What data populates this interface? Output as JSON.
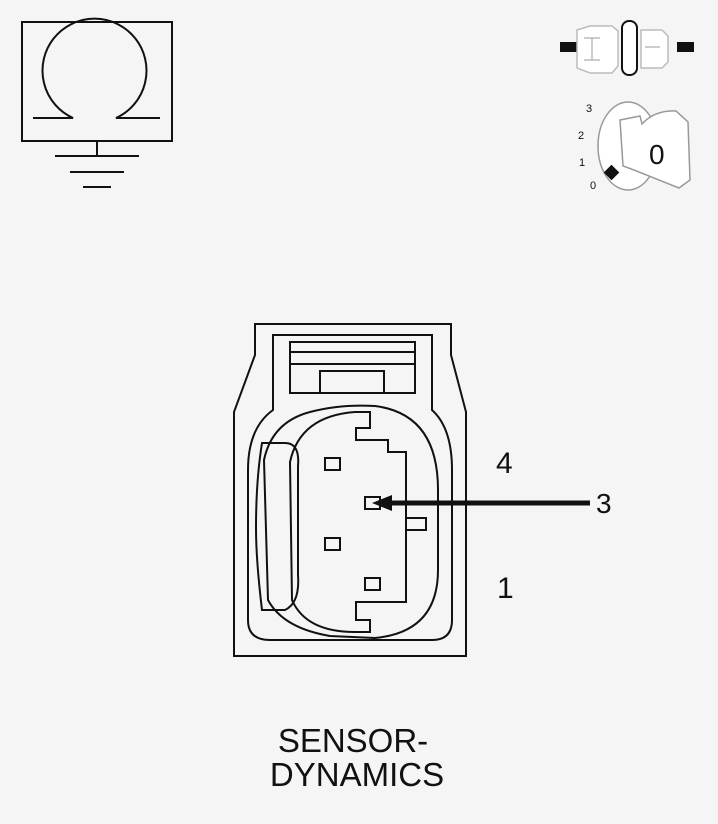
{
  "symbols": {
    "resistance_ground_icon": "ohm-ground-icon",
    "connector_plug_icon": "connector-disconnect-icon",
    "ignition_key_icon": "ignition-key-icon"
  },
  "ignition": {
    "positions": [
      "3",
      "2",
      "1",
      "0"
    ],
    "key_label": "0"
  },
  "connector": {
    "pin_labels": {
      "top": "4",
      "bottom": "1",
      "callout": "3"
    },
    "name_line1": "SENSOR-",
    "name_line2": "DYNAMICS"
  },
  "colors": {
    "background": "#f5f5f5",
    "line": "#111111",
    "light_line": "#bbbbbb"
  }
}
